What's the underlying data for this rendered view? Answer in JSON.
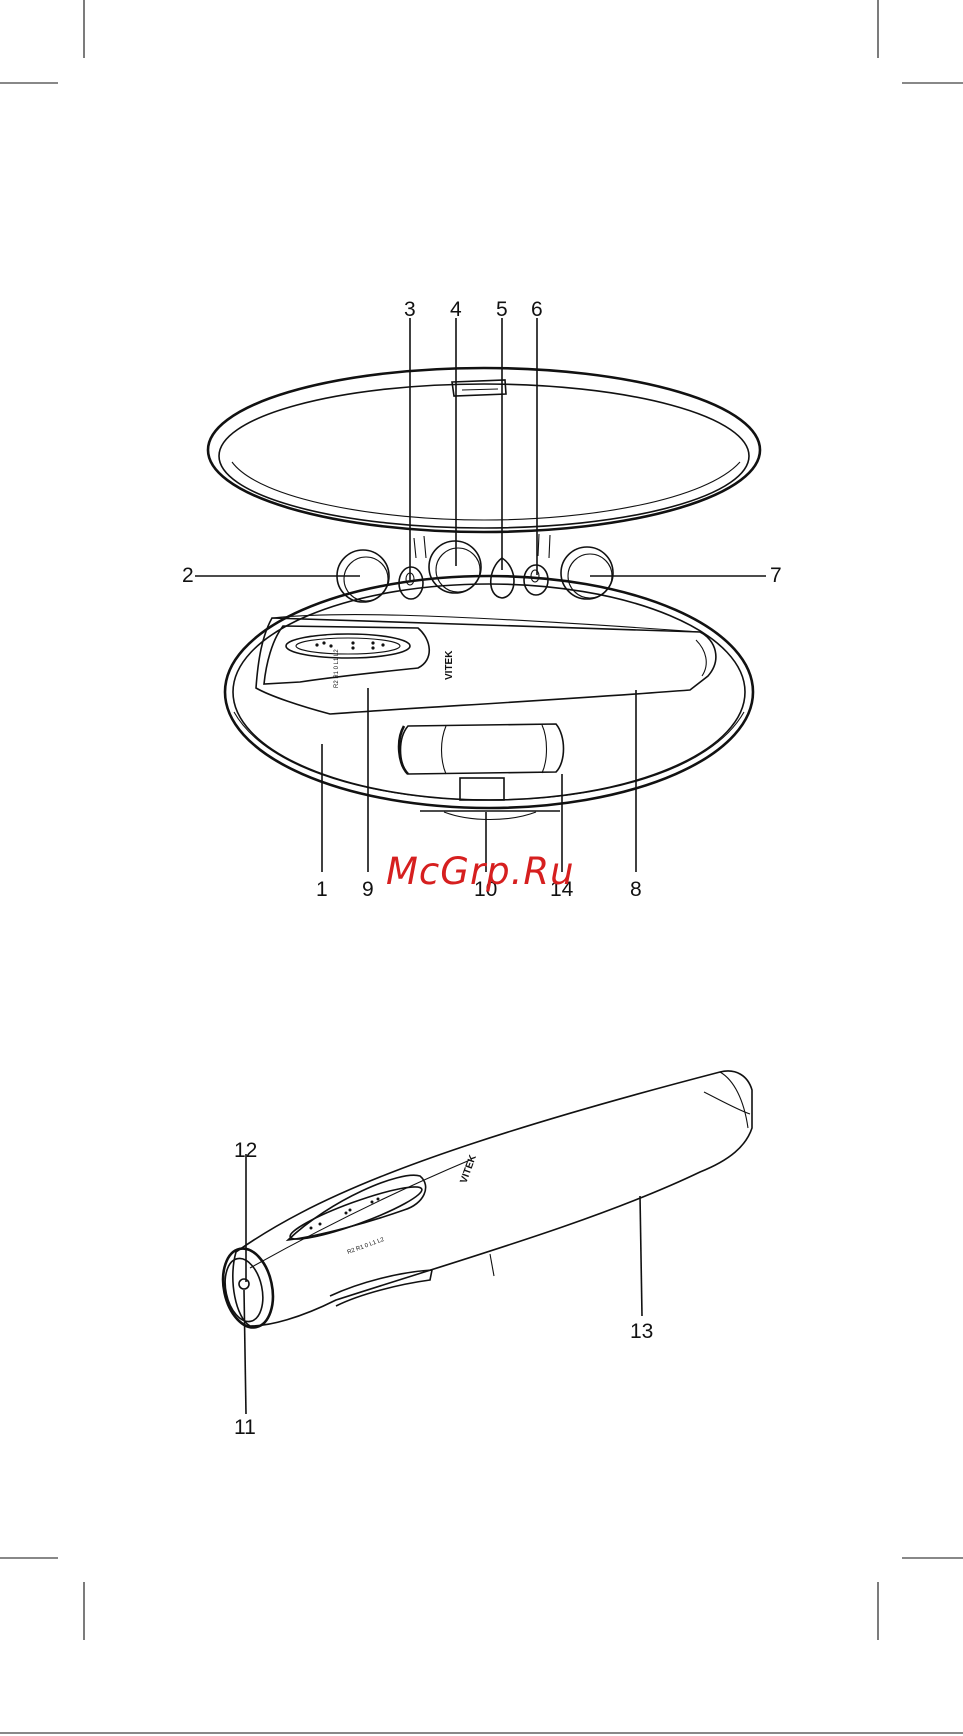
{
  "diagram": {
    "callouts_top": [
      "1",
      "2",
      "3",
      "4",
      "5",
      "6",
      "7",
      "8",
      "9",
      "10",
      "14"
    ],
    "callouts_bottom": [
      "11",
      "12",
      "13"
    ],
    "labels": {
      "c1": "1",
      "c2": "2",
      "c3": "3",
      "c4": "4",
      "c5": "5",
      "c6": "6",
      "c7": "7",
      "c8": "8",
      "c9": "9",
      "c10": "10",
      "c11": "11",
      "c12": "12",
      "c13": "13",
      "c14": "14"
    },
    "brand_text": "VITEK",
    "mode_marks": [
      "R2",
      "R1",
      "0",
      "L1",
      "L2"
    ]
  },
  "watermark": "McGrp.Ru"
}
